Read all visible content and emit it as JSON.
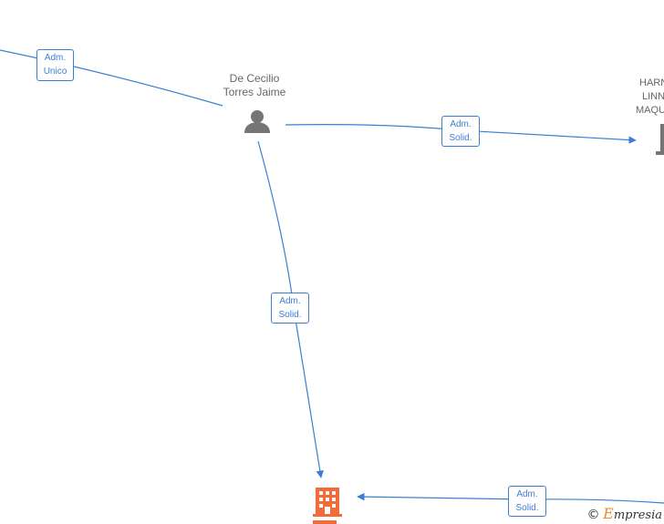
{
  "colors": {
    "edge": "#3a7fd5",
    "person_icon": "#757575",
    "company_icon": "#f26b38",
    "label_text": "#666666"
  },
  "nodes": {
    "person": {
      "line1": "De Cecilio",
      "line2": "Torres Jaime",
      "icon": "person-icon"
    },
    "company_right": {
      "line1": "HARN",
      "line2": "LINN",
      "line3": "MAQU",
      "icon": "building-icon"
    },
    "company_bottom": {
      "icon": "building-icon"
    }
  },
  "edges": [
    {
      "id": "top-left",
      "line1": "Adm.",
      "line2": "Unico"
    },
    {
      "id": "person-to-right",
      "line1": "Adm.",
      "line2": "Solid."
    },
    {
      "id": "person-to-bottom",
      "line1": "Adm.",
      "line2": "Solid."
    },
    {
      "id": "right-to-bottom",
      "line1": "Adm.",
      "line2": "Solid."
    }
  ],
  "watermark": {
    "copyright": "©",
    "brand_initial": "E",
    "brand_rest": "mpresia"
  }
}
